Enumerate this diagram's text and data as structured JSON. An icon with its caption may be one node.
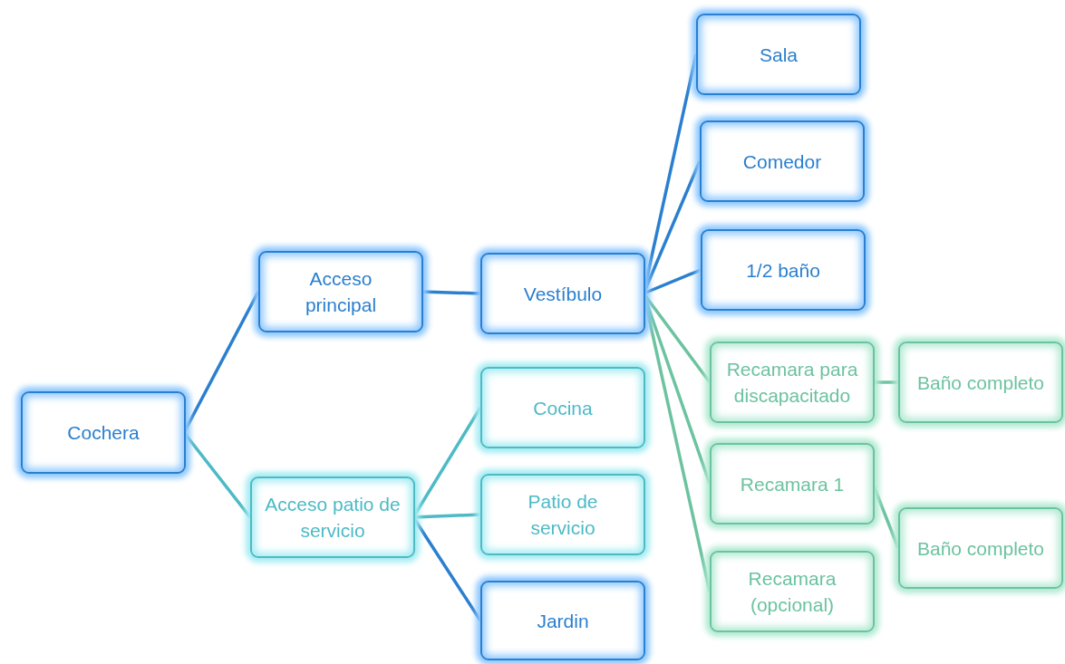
{
  "diagram": {
    "nodes": [
      {
        "text": [
          "Cochera"
        ]
      },
      {
        "text": [
          "Acceso principal"
        ]
      },
      {
        "text": [
          "Acceso patio de servicio"
        ]
      },
      {
        "text": [
          "Vestíbulo"
        ]
      },
      {
        "text": [
          "Cocina"
        ]
      },
      {
        "text": [
          "Patio de servicio"
        ]
      },
      {
        "text": [
          "Jardin"
        ]
      },
      {
        "text": [
          "Sala"
        ]
      },
      {
        "text": [
          "Comedor"
        ]
      },
      {
        "text": [
          "1/2 baño"
        ]
      },
      {
        "text": [
          "Recamara para discapacitado"
        ]
      },
      {
        "text": [
          "Baño completo"
        ]
      },
      {
        "text": [
          "Recamara 1"
        ]
      },
      {
        "text": [
          "Baño completo"
        ]
      },
      {
        "text": [
          "Recamara (opcional)"
        ]
      }
    ],
    "edges": [
      {
        "from": 0,
        "to": 1,
        "arrow": "none"
      },
      {
        "from": 0,
        "to": 2,
        "arrow": "none",
        "color": "#4dbac6"
      },
      {
        "from": 1,
        "to": 3,
        "arrow": "none"
      },
      {
        "from": 2,
        "to": 4,
        "arrow": "none",
        "color": "#4dbac6"
      },
      {
        "from": 2,
        "to": 5,
        "arrow": "none",
        "color": "#4dbac6"
      },
      {
        "from": 2,
        "to": 6,
        "arrow": "none"
      },
      {
        "from": 3,
        "to": 7,
        "arrow": "none"
      },
      {
        "from": 3,
        "to": 8,
        "arrow": "none"
      },
      {
        "from": 3,
        "to": 9,
        "arrow": "none"
      },
      {
        "from": 3,
        "to": 10,
        "arrow": "none",
        "color": "#6cc3a0"
      },
      {
        "from": 3,
        "to": 12,
        "arrow": "none",
        "color": "#6cc3a0"
      },
      {
        "from": 3,
        "to": 14,
        "arrow": "none",
        "color": "#6cc3a0"
      },
      {
        "from": 10,
        "to": 11,
        "arrow": "none",
        "color": "#6cc3a0"
      },
      {
        "from": 12,
        "to": 13,
        "arrow": "none",
        "color": "#6cc3a0"
      }
    ]
  }
}
